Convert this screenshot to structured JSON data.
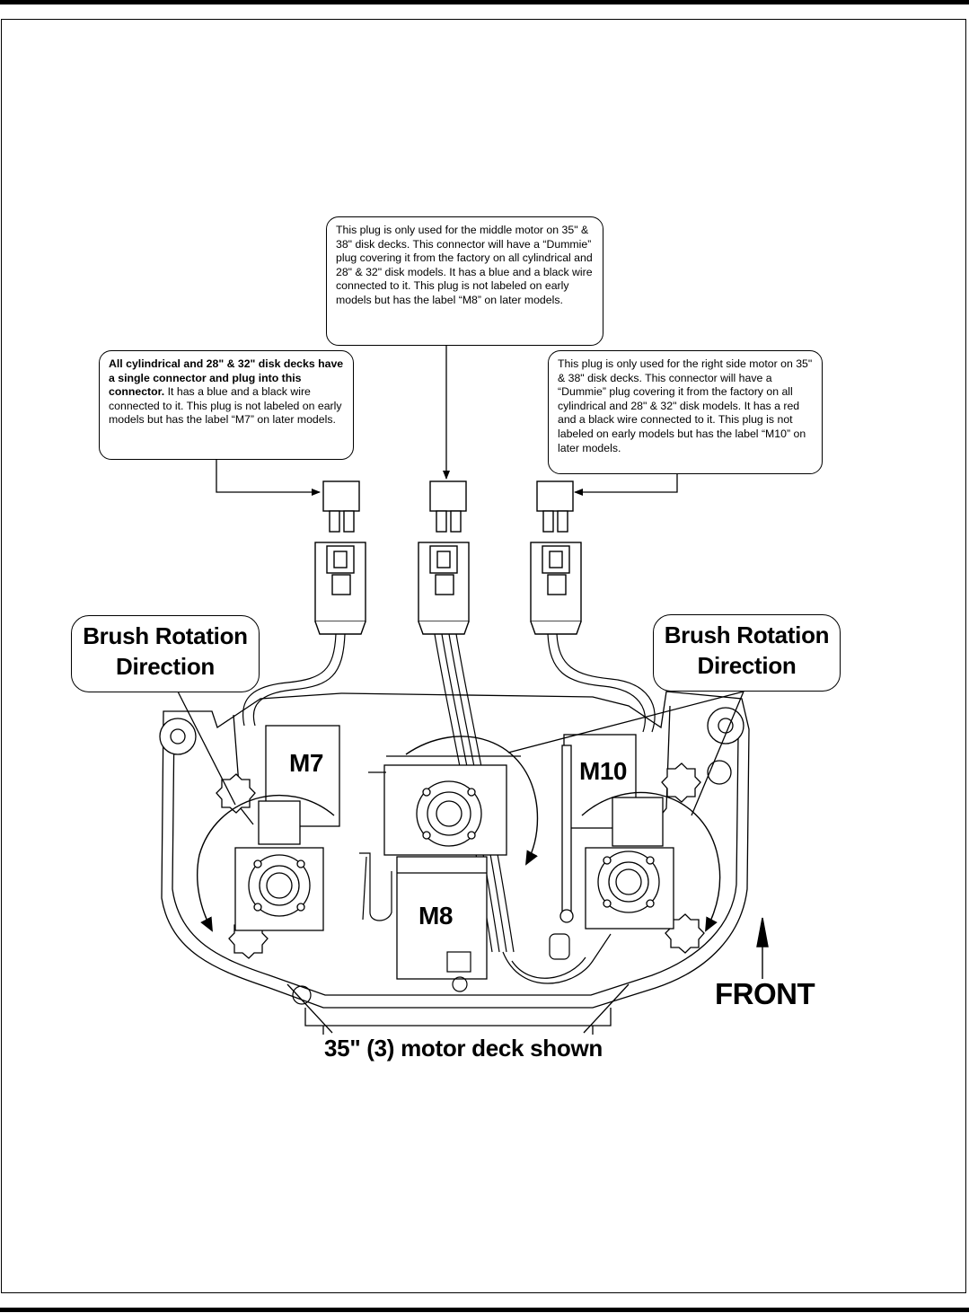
{
  "callouts": {
    "left": {
      "bold": "All cylindrical and 28\" & 32\" disk decks have a single connector and plug into this connector.",
      "rest": " It has a blue and a black wire connected to it.  This plug is not labeled on early models but has the label “M7” on later models."
    },
    "middle": "This plug is only used for the middle motor on 35\" & 38\" disk decks.  This connector will have a “Dummie” plug covering it from the factory on all cylindrical and 28\" & 32\" disk models.  It has a blue and a black wire connected to it.  This plug is not labeled on early models but has the label “M8” on later models.",
    "right": "This plug is only used for the right side motor on 35\" & 38\" disk decks.  This connector will have a “Dummie” plug covering it from the factory on all cylindrical and 28\" & 32\" disk models.  It has a red and a black wire connected to it.  This plug is not labeled on early models but has the label “M10” on later models."
  },
  "bubbles": {
    "left_line1": "Brush Rotation",
    "left_line2": "Direction",
    "right_line1": "Brush Rotation",
    "right_line2": "Direction"
  },
  "motors": {
    "m7": "M7",
    "m8": "M8",
    "m10": "M10"
  },
  "front_label": "FRONT",
  "caption": "35\" (3) motor deck shown"
}
